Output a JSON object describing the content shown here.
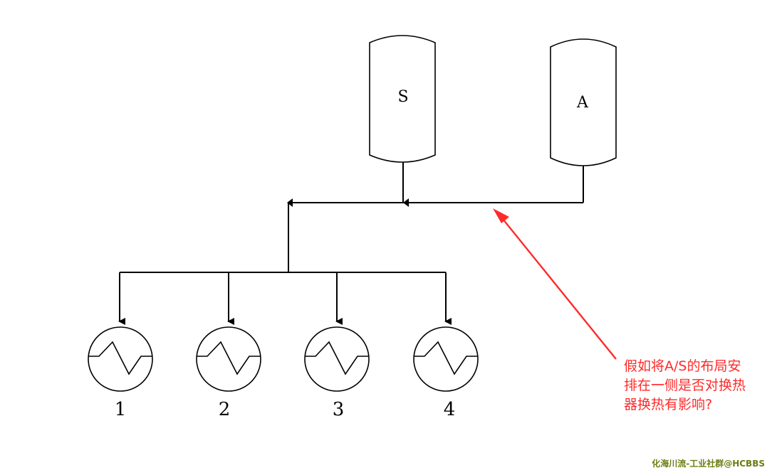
{
  "tanks": {
    "s_label": "S",
    "a_label": "A"
  },
  "heat_exchangers": [
    {
      "label": "1"
    },
    {
      "label": "2"
    },
    {
      "label": "3"
    },
    {
      "label": "4"
    }
  ],
  "annotation": {
    "line1": "假如将A/S的布局安",
    "line2": "排在一侧是否对换热",
    "line3": "器换热有影响?",
    "color": "#ff2a2a"
  },
  "watermark": "化海川流-工业社群@HCBBS",
  "colors": {
    "line": "#000000",
    "annotation_arrow": "#ff2a2a",
    "watermark": "#6b7d12"
  }
}
